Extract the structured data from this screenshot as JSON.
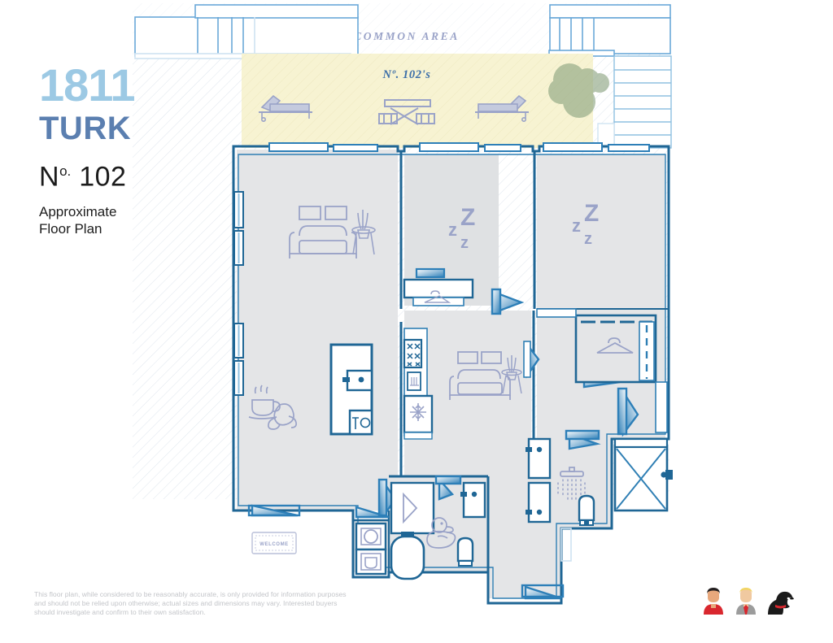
{
  "title_block": {
    "building_number": "1811",
    "street": "TURK",
    "unit_prefix": "N",
    "unit_sup": "o.",
    "unit_number": "102",
    "subtitle": "Approximate\nFloor Plan"
  },
  "plan_labels": {
    "common_area": "COMMON AREA",
    "patio": "Nº. 102's",
    "welcome_mat": "WELCOME",
    "bedroom_1_icon": "zZz",
    "bedroom_2_icon": "zZz"
  },
  "icons": {
    "sofa_living": "sofa-icon",
    "sofa_den": "sofa-icon",
    "plant_table_living": "plant-side-table-icon",
    "plant_table_den": "plant-side-table-icon",
    "coffee_croissant": "coffee-croissant-icon",
    "sleep_bedroom_1": "sleep-zzz-icon",
    "sleep_bedroom_2": "sleep-zzz-icon",
    "closet_hanger": "clothes-hanger-icon",
    "shower_head": "shower-head-icon",
    "rubber_duck": "rubber-duck-icon",
    "refrigerator": "snowflake-icon",
    "range_burners": "stove-burners-icon",
    "oven": "oven-icon",
    "dishwasher": "glass-plate-icon",
    "lounge_chair_left": "lounge-chair-icon",
    "lounge_chair_right": "lounge-chair-icon",
    "picnic_table": "picnic-table-icon",
    "trees": "tree-cluster-icon",
    "stairs_top_left": "stairs-icon",
    "stairs_top_right": "stairs-icon",
    "stairs_right": "stairs-icon"
  },
  "disclaimer": "This floor plan, while considered to be reasonably accurate, is only provided for information purposes\nand should not be relied upon otherwise; actual sizes and dimensions may vary. Interested buyers\nshould investigate and confirm to their own satisfaction.",
  "avatars": [
    {
      "name": "resident-red-shirt",
      "skin": "#e8a87c",
      "hair": "#231f20",
      "clothes": "#d9272e"
    },
    {
      "name": "resident-suit",
      "skin": "#f0c9a0",
      "hair": "#f2d561",
      "clothes": "#9c9c9c",
      "tie": "#d9272e"
    },
    {
      "name": "pet-dog",
      "body": "#1a1a1a",
      "collar": "#d9272e"
    }
  ],
  "colors": {
    "wall_stroke": "#1f6695",
    "wall_light": "#6aa8d8",
    "room_fill": "#e4e5e7",
    "patio_fill": "#f6f2cf",
    "hatch_line": "#dfe6ee",
    "accent_pale_blue": "#9cc9e4",
    "accent_blue": "#5b7fb0",
    "icon_purple": "#9aa3c8",
    "tree_green": "#8aa37f",
    "door_swing": "#2d7fb8",
    "disclaimer_grey": "#c3c5c9"
  }
}
